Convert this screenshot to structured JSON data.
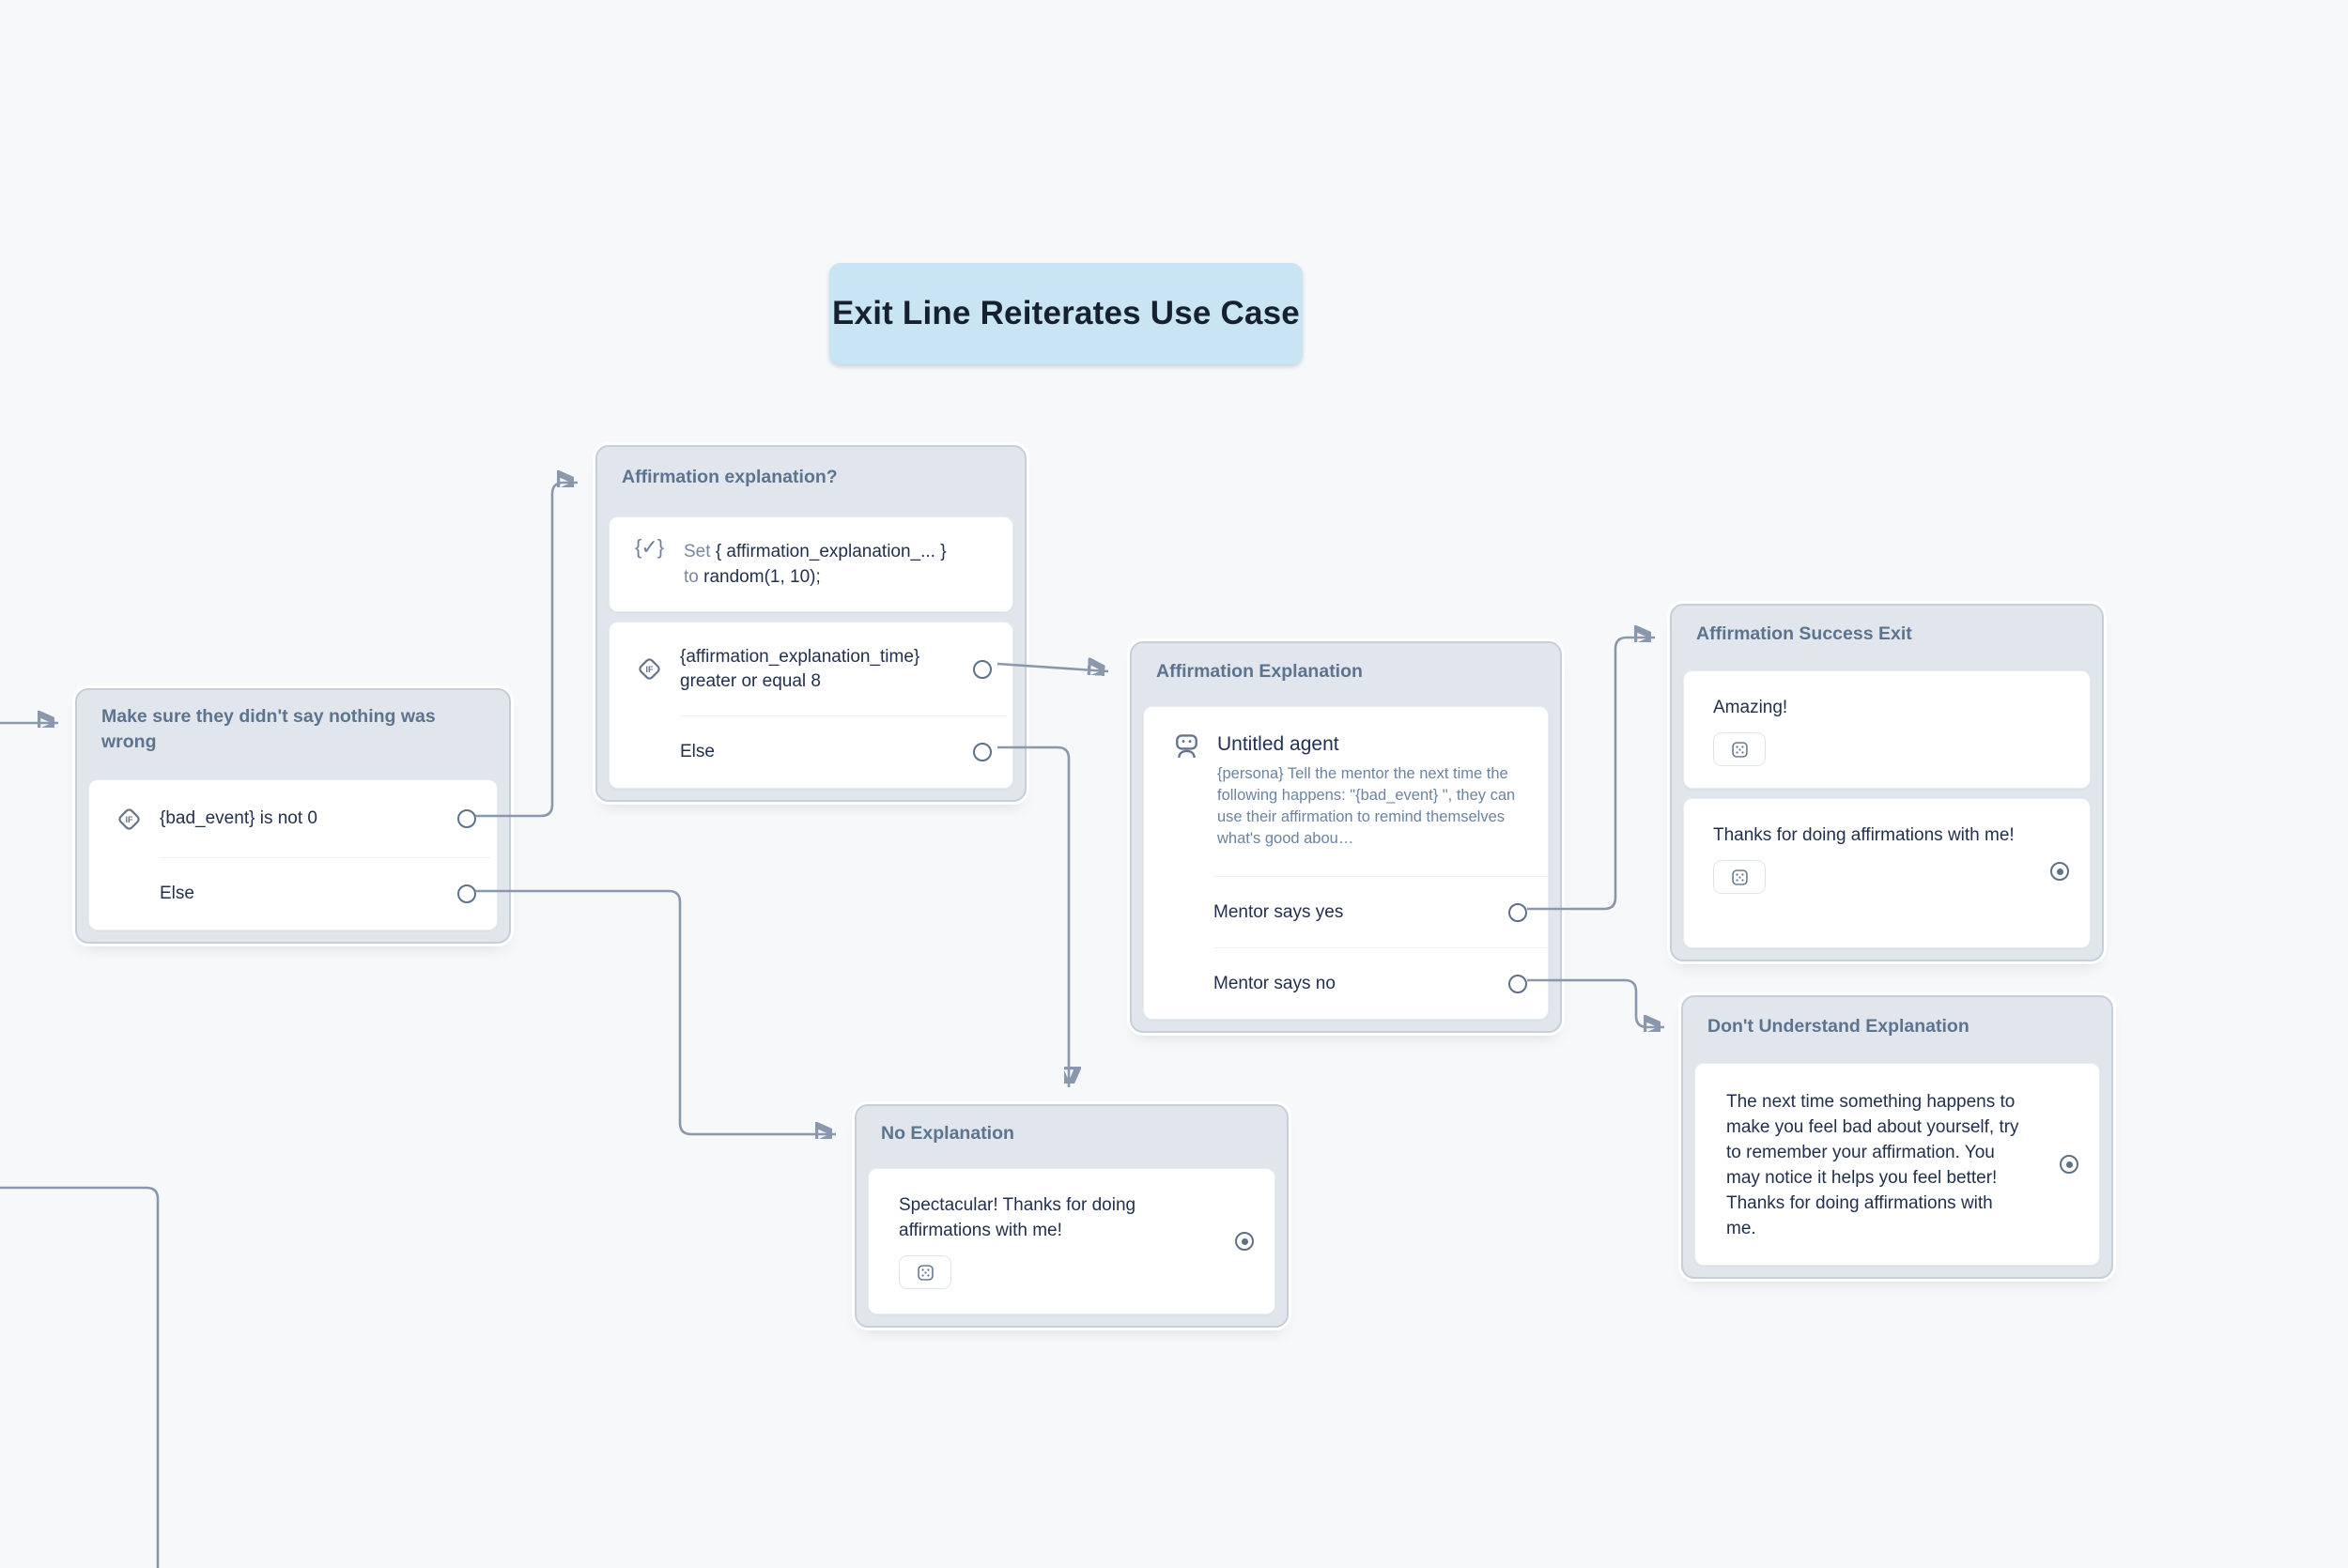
{
  "banner": {
    "label": "Exit Line Reiterates Use Case"
  },
  "nodes": {
    "make_sure": {
      "title": "Make sure they didn't say nothing was wrong",
      "condition": "{bad_event} is not 0",
      "else_label": "Else"
    },
    "affirmation_q": {
      "title": "Affirmation explanation?",
      "set": {
        "kw_set": "Set",
        "variable": "{ affirmation_explanation_... }",
        "kw_to": "to",
        "expression": "random(1, 10);"
      },
      "condition": "{affirmation_explanation_time} greater or equal 8",
      "else_label": "Else"
    },
    "affirmation_expl": {
      "title": "Affirmation Explanation",
      "agent_name": "Untitled agent",
      "agent_desc": "{persona} Tell the mentor the next time the following happens: \"{bad_event} \", they can use their affirmation to remind themselves what's good abou…",
      "intent_yes": "Mentor says yes",
      "intent_no": "Mentor says no"
    },
    "success_exit": {
      "title": "Affirmation Success Exit",
      "message1": "Amazing!",
      "message2": "Thanks for doing affirmations with me!"
    },
    "dont_understand": {
      "title": "Don't Understand Explanation",
      "message": "The next time something happens to make you feel bad about yourself, try to remember your affirmation. You may notice it helps you feel better! Thanks for doing affirmations with me."
    },
    "no_explanation": {
      "title": "No Explanation",
      "message": "Spectacular! Thanks for doing affirmations with me!"
    }
  },
  "icons": {
    "if_label": "IF",
    "set_glyph": "{✓}",
    "agent": "robot-icon",
    "dice": "dice-icon",
    "port_open": "port-circle",
    "port_connected": "port-circle-dot"
  },
  "edges": [
    {
      "from": "canvas-left-edge",
      "to": "make-sure-node"
    },
    {
      "from": "make-sure.condition-port",
      "to": "affirmation-question-node"
    },
    {
      "from": "make-sure.else-port",
      "to": "no-explanation-node"
    },
    {
      "from": "affirmation-question.condition-port",
      "to": "affirmation-explanation-node"
    },
    {
      "from": "affirmation-question.else-port",
      "to": "no-explanation-node-top"
    },
    {
      "from": "affirmation-explanation.mentor-says-yes-port",
      "to": "affirmation-success-exit-node"
    },
    {
      "from": "affirmation-explanation.mentor-says-no-port",
      "to": "dont-understand-explanation-node"
    },
    {
      "from": "canvas-left-edge-bottom",
      "to": "offscreen-bottom"
    }
  ],
  "colors": {
    "canvas_bg": "#f7f8f9",
    "node_bg": "#e1e6ec",
    "node_border": "#c6cfd9",
    "header_text": "#5b7490",
    "card_bg": "#ffffff",
    "text_dark": "#22304e",
    "text_muted": "#6b84a0",
    "keyword_muted": "#7489a3",
    "edge_line": "#8a98ad",
    "port_stroke": "#5f7187",
    "banner_bg": "#c9e4f3"
  }
}
